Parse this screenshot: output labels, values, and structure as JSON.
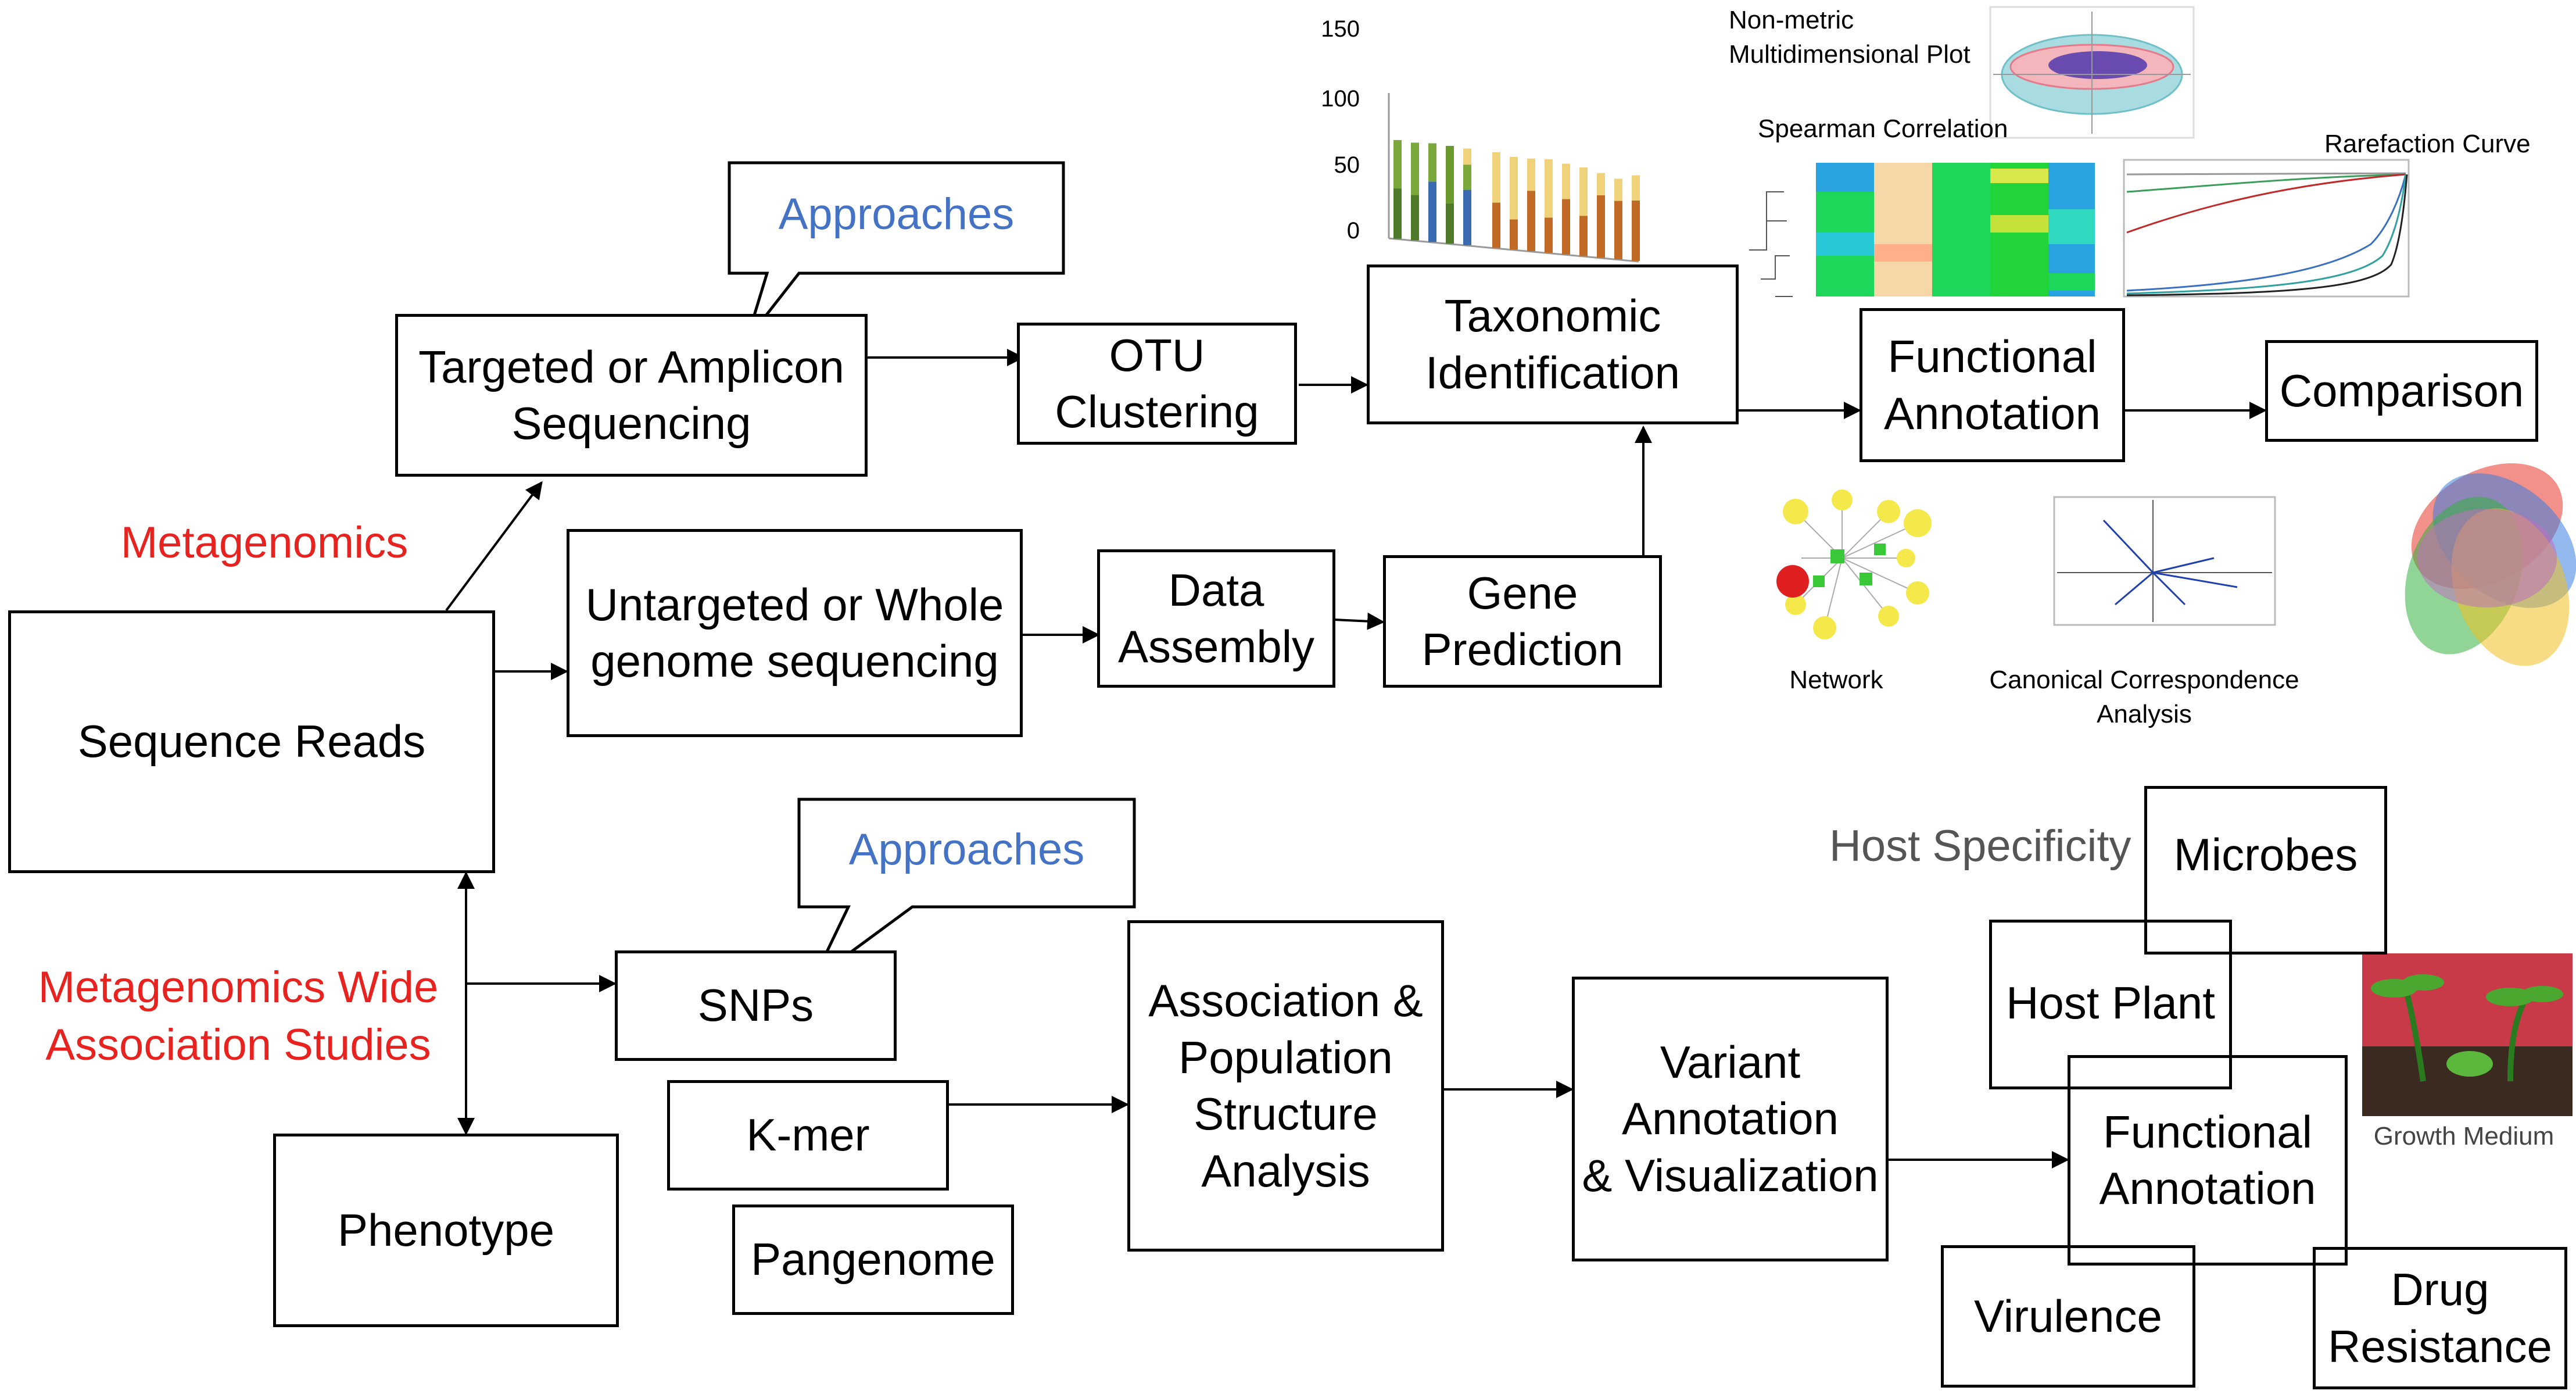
{
  "labels": {
    "metagenomics": "Metagenomics",
    "mwas": "Metagenomics Wide\nAssociation Studies",
    "approaches_top": "Approaches",
    "approaches_bottom": "Approaches",
    "host_specificity": "Host Specificity"
  },
  "boxes": {
    "sequence_reads": "Sequence Reads",
    "targeted": "Targeted or Amplicon\nSequencing",
    "otu": "OTU\nClustering",
    "taxonomic": "Taxonomic\nIdentification",
    "functional_top": "Functional\nAnnotation",
    "comparison": "Comparison",
    "untargeted": "Untargeted or Whole\ngenome sequencing",
    "data_assembly": "Data\nAssembly",
    "gene_prediction": "Gene\nPrediction",
    "snps": "SNPs",
    "kmer": "K-mer",
    "pangenome": "Pangenome",
    "phenotype": "Phenotype",
    "association": "Association &\nPopulation\nStructure\nAnalysis",
    "variant": "Variant\nAnnotation\n& Visualization",
    "microbes": "Microbes",
    "host_plant": "Host Plant",
    "functional_bottom": "Functional\nAnnotation",
    "virulence": "Virulence",
    "drug_resistance": "Drug\nResistance"
  },
  "thumbnails": {
    "nmds": "Non-metric\nMultidimensional Plot",
    "spearman": "Spearman Correlation",
    "rarefaction": "Rarefaction Curve",
    "network": "Network",
    "cca": "Canonical Correspondence\nAnalysis",
    "growth_medium": "Growth Medium"
  },
  "colors": {
    "red_label": "#e8231f",
    "blue_label": "#4472c4",
    "gray_label": "#555555"
  },
  "chart_data": {
    "type": "bar",
    "yticks": [
      "150",
      "100",
      "50",
      "0"
    ],
    "ylim": [
      0,
      150
    ],
    "stacks": [
      [
        {
          "v": 50,
          "c": "#4e7a2a"
        },
        {
          "v": 48,
          "c": "#7aa83a"
        }
      ],
      [
        {
          "v": 45,
          "c": "#4e7a2a"
        },
        {
          "v": 52,
          "c": "#7aa83a"
        }
      ],
      [
        {
          "v": 60,
          "c": "#3a6bb0"
        },
        {
          "v": 38,
          "c": "#7aa83a"
        }
      ],
      [
        {
          "v": 40,
          "c": "#4e7a2a"
        },
        {
          "v": 57,
          "c": "#6a9a2c"
        }
      ],
      [
        {
          "v": 55,
          "c": "#3a6bb0"
        },
        {
          "v": 25,
          "c": "#7aa83a"
        },
        {
          "v": 16,
          "c": "#f0d27a"
        }
      ],
      [
        {
          "v": 45,
          "c": "#c06a25"
        },
        {
          "v": 50,
          "c": "#f0d27a"
        }
      ],
      [
        {
          "v": 30,
          "c": "#c06a25"
        },
        {
          "v": 62,
          "c": "#f0d27a"
        }
      ],
      [
        {
          "v": 60,
          "c": "#c06a25"
        },
        {
          "v": 32,
          "c": "#f0d27a"
        }
      ],
      [
        {
          "v": 35,
          "c": "#c06a25"
        },
        {
          "v": 58,
          "c": "#f0d27a"
        }
      ],
      [
        {
          "v": 55,
          "c": "#c06a25"
        },
        {
          "v": 35,
          "c": "#f0d27a"
        }
      ],
      [
        {
          "v": 40,
          "c": "#c06a25"
        },
        {
          "v": 48,
          "c": "#f0d27a"
        }
      ],
      [
        {
          "v": 62,
          "c": "#c06a25"
        },
        {
          "v": 22,
          "c": "#f0d27a"
        }
      ],
      [
        {
          "v": 58,
          "c": "#c06a25"
        },
        {
          "v": 22,
          "c": "#f0d27a"
        }
      ],
      [
        {
          "v": 60,
          "c": "#c06a25"
        },
        {
          "v": 25,
          "c": "#f0d27a"
        }
      ]
    ]
  }
}
